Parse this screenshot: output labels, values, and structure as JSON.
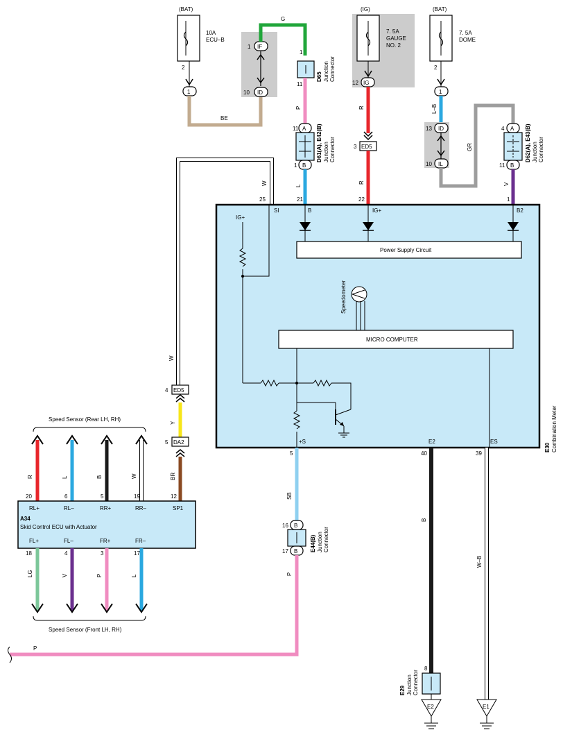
{
  "sources": {
    "bat1": {
      "label": "(BAT)",
      "fuse": "10A",
      "fuse2": "ECU–B",
      "pin": "2"
    },
    "ig": {
      "label": "(IG)",
      "fuse": "7. 5A",
      "fuse2": "GAUGE",
      "fuse3": "NO. 2"
    },
    "bat2": {
      "label": "(BAT)",
      "fuse": "7. 5A",
      "fuse2": "DOME",
      "pin": "2"
    }
  },
  "wires": {
    "g": "G",
    "be": "BE",
    "p": "P",
    "r1": "R",
    "r2": "R",
    "lb": "L–B",
    "gr": "GR",
    "w1": "W",
    "l": "L",
    "v": "V",
    "w2": "W",
    "y": "Y",
    "br": "BR",
    "sb": "SB",
    "p2": "P",
    "b": "B",
    "wb": "W–B",
    "p3": "P",
    "rl": "R",
    "ll": "L",
    "bl": "B",
    "wl": "W",
    "lg": "LG",
    "vl": "V",
    "pl": "P",
    "lr": "L"
  },
  "terminals": {
    "if": "IF",
    "id1": "ID",
    "one1": "1",
    "ig": "IG",
    "ed5a": "ED5",
    "one2": "1",
    "id2": "ID",
    "il": "IL",
    "a1": "A",
    "b1": "B",
    "a2": "A",
    "b2": "B",
    "ed5b": "ED5",
    "da2": "DA2",
    "b3": "B",
    "b4": "B"
  },
  "pins": {
    "p_if": "1",
    "p_id1": "10",
    "p_d65_top": "1",
    "p_d65_bot": "11",
    "p_ig": "12",
    "p_ed5": "3",
    "p_id2": "13",
    "p_il": "10",
    "p_d61_a": "11",
    "p_d61_b": "1",
    "p_d62_a": "4",
    "p_d62_b": "11",
    "p_e30_25": "25",
    "p_e30_21": "21",
    "p_e30_22": "22",
    "p_e30_1": "1",
    "p_ed5b": "4",
    "p_da2": "5",
    "p_e30_5": "5",
    "p_e30_40": "40",
    "p_e30_39": "39",
    "p_e44_16": "16",
    "p_e44_17": "17",
    "p_e29_8": "8",
    "p_a34_20": "20",
    "p_a34_6": "6",
    "p_a34_5": "5",
    "p_a34_19": "19",
    "p_a34_12": "12",
    "p_a34_18": "18",
    "p_a34_4": "4",
    "p_a34_3": "3",
    "p_a34_17": "17"
  },
  "connectors": {
    "d65": "D65",
    "d65_desc1": "Junction",
    "d65_desc2": "Connector",
    "d61": "D61(A), E42(B)",
    "d61_desc1": "Junction",
    "d61_desc2": "Connector",
    "d62": "D62(A), E43(B)",
    "d62_desc1": "Junction",
    "d62_desc2": "Connector",
    "e44": "E44(B)",
    "e44_desc1": "Junction",
    "e44_desc2": "Connector",
    "e29": "E29",
    "e29_desc1": "Junction",
    "e29_desc2": "Connector"
  },
  "meter": {
    "code": "E30",
    "name": "Combination Meter",
    "si": "SI",
    "b": "B",
    "igp": "IG+",
    "b2": "B2",
    "igp_inner": "IG+",
    "power": "Power Supply Circuit",
    "speedometer": "Speedometer",
    "micro": "MICRO COMPUTER",
    "plus_s": "+S",
    "e2": "E2",
    "es": "ES"
  },
  "ecu": {
    "code": "A34",
    "name": "Skid Control ECU with Actuator",
    "rlp": "RL+",
    "rlm": "RL–",
    "rrp": "RR+",
    "rrm": "RR–",
    "sp1": "SP1",
    "flp": "FL+",
    "flm": "FL–",
    "frp": "FR+",
    "frm": "FR–",
    "rear_sensor": "Speed Sensor (Rear LH,  RH)",
    "front_sensor": "Speed Sensor (Front LH,  RH)"
  },
  "grounds": {
    "e2": "E2",
    "e1": "E1"
  },
  "colors": {
    "green": "#20a63a",
    "beige": "#c2ab8f",
    "pink": "#f08cc0",
    "red": "#e8262b",
    "blue": "#2aa8e0",
    "gray": "#9d9d9d",
    "purple": "#6a2f8e",
    "yellow": "#f7e61a",
    "brown": "#8a4a22",
    "skyblue": "#8fd0f0",
    "black": "#1a1a1a",
    "lightgreen": "#7cc79a",
    "panel": "#c8e9f8",
    "shade": "#cccccc"
  }
}
